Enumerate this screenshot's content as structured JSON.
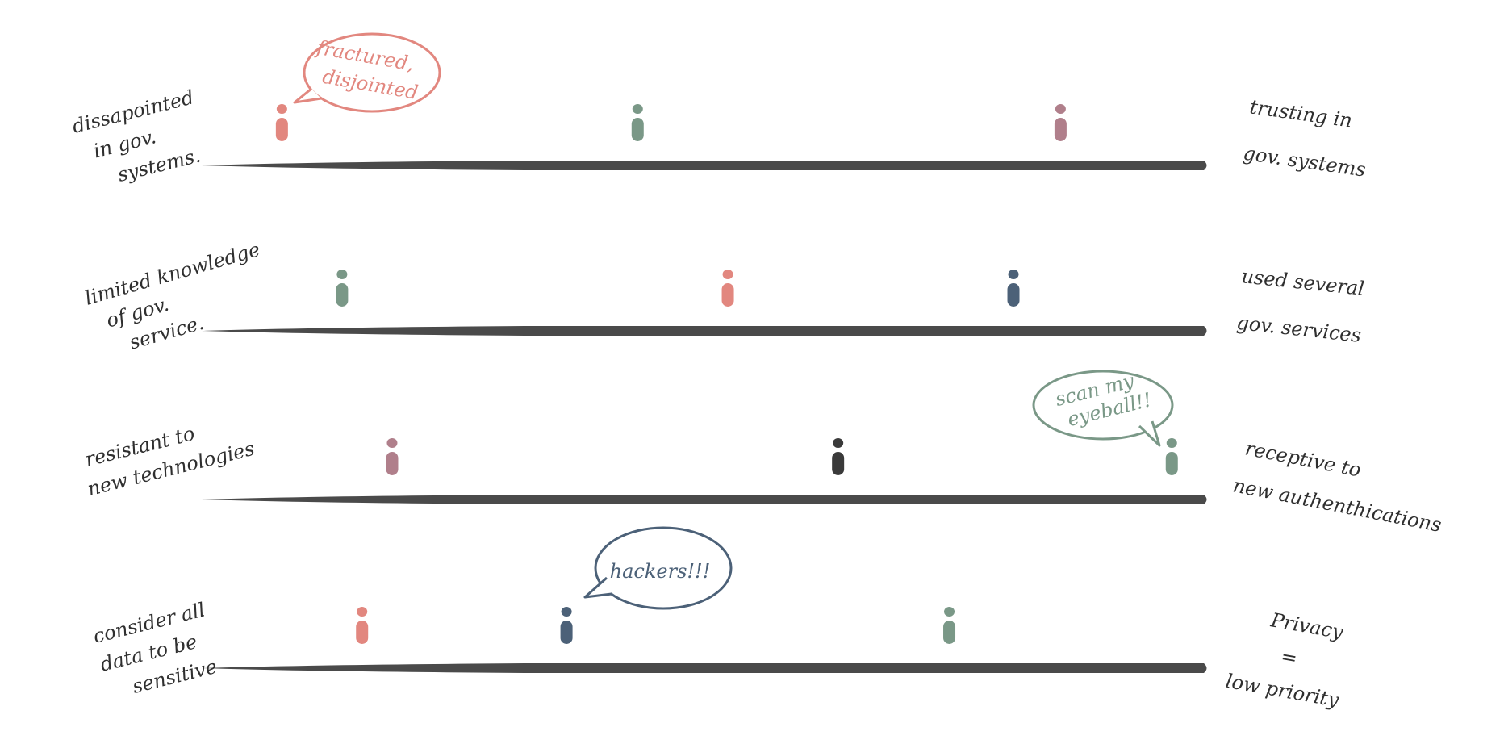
{
  "colors": {
    "line": "#4a4a4a",
    "coral": "#e2877f",
    "sage": "#7a9887",
    "mauve": "#b07f8b",
    "navy": "#4c6178",
    "charcoal": "#3a3a3a",
    "text": "#2f2f2f"
  },
  "rows": [
    {
      "left_label": [
        "dissapointed",
        "in gov.",
        "systems."
      ],
      "right_label": [
        "trusting in",
        "gov. systems"
      ],
      "persons": [
        {
          "color": "coral",
          "position": 0.08
        },
        {
          "color": "sage",
          "position": 0.435
        },
        {
          "color": "mauve",
          "position": 0.857
        }
      ],
      "bubble": {
        "lines": [
          "fractured,",
          "disjointed"
        ],
        "color": "coral"
      }
    },
    {
      "left_label": [
        "limited knowledge",
        "of gov.",
        "service."
      ],
      "right_label": [
        "used several",
        "gov. services"
      ],
      "persons": [
        {
          "color": "sage",
          "position": 0.14
        },
        {
          "color": "coral",
          "position": 0.525
        },
        {
          "color": "navy",
          "position": 0.81
        }
      ],
      "bubble": null
    },
    {
      "left_label": [
        "resistant to",
        "new technologies"
      ],
      "right_label": [
        "receptive to",
        "new authenthications"
      ],
      "persons": [
        {
          "color": "mauve",
          "position": 0.19
        },
        {
          "color": "charcoal",
          "position": 0.635
        },
        {
          "color": "sage",
          "position": 0.968
        }
      ],
      "bubble": {
        "lines": [
          "scan my",
          "eyeball!!"
        ],
        "color": "sage"
      }
    },
    {
      "left_label": [
        "consider all",
        "data to be",
        "sensitive"
      ],
      "right_label": [
        "Privacy",
        "=",
        "low priority"
      ],
      "persons": [
        {
          "color": "coral",
          "position": 0.16
        },
        {
          "color": "navy",
          "position": 0.364
        },
        {
          "color": "sage",
          "position": 0.746
        }
      ],
      "bubble": {
        "lines": [
          "hackers!!!"
        ],
        "color": "navy"
      }
    }
  ]
}
